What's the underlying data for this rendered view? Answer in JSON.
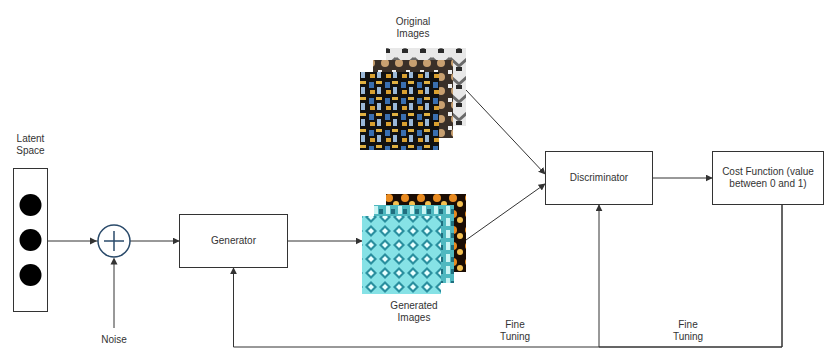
{
  "diagram": {
    "nodes": [
      {
        "text": [
          "Latent Space"
        ]
      },
      {
        "text": [
          "Generator"
        ]
      },
      {
        "text": [
          "Original Images"
        ]
      },
      {
        "text": [
          "Generated Images"
        ]
      },
      {
        "text": [
          "Discriminator"
        ]
      },
      {
        "text": [
          "Cost Function (value between 0 and 1)"
        ]
      }
    ],
    "edges": [
      {
        "from": 0,
        "to": 1,
        "arrow": "to"
      },
      {
        "from": 1,
        "to": 3,
        "arrow": "to"
      },
      {
        "from": 2,
        "to": 4,
        "arrow": "to"
      },
      {
        "from": 3,
        "to": 4,
        "arrow": "to"
      },
      {
        "from": 4,
        "to": 5,
        "arrow": "to"
      },
      {
        "from": 5,
        "to": 1,
        "label": "Fine Tuning",
        "arrow": "to"
      },
      {
        "from": 5,
        "to": 4,
        "label": "Fine Tuning",
        "arrow": "to"
      }
    ],
    "labels": [
      "Noise"
    ]
  }
}
